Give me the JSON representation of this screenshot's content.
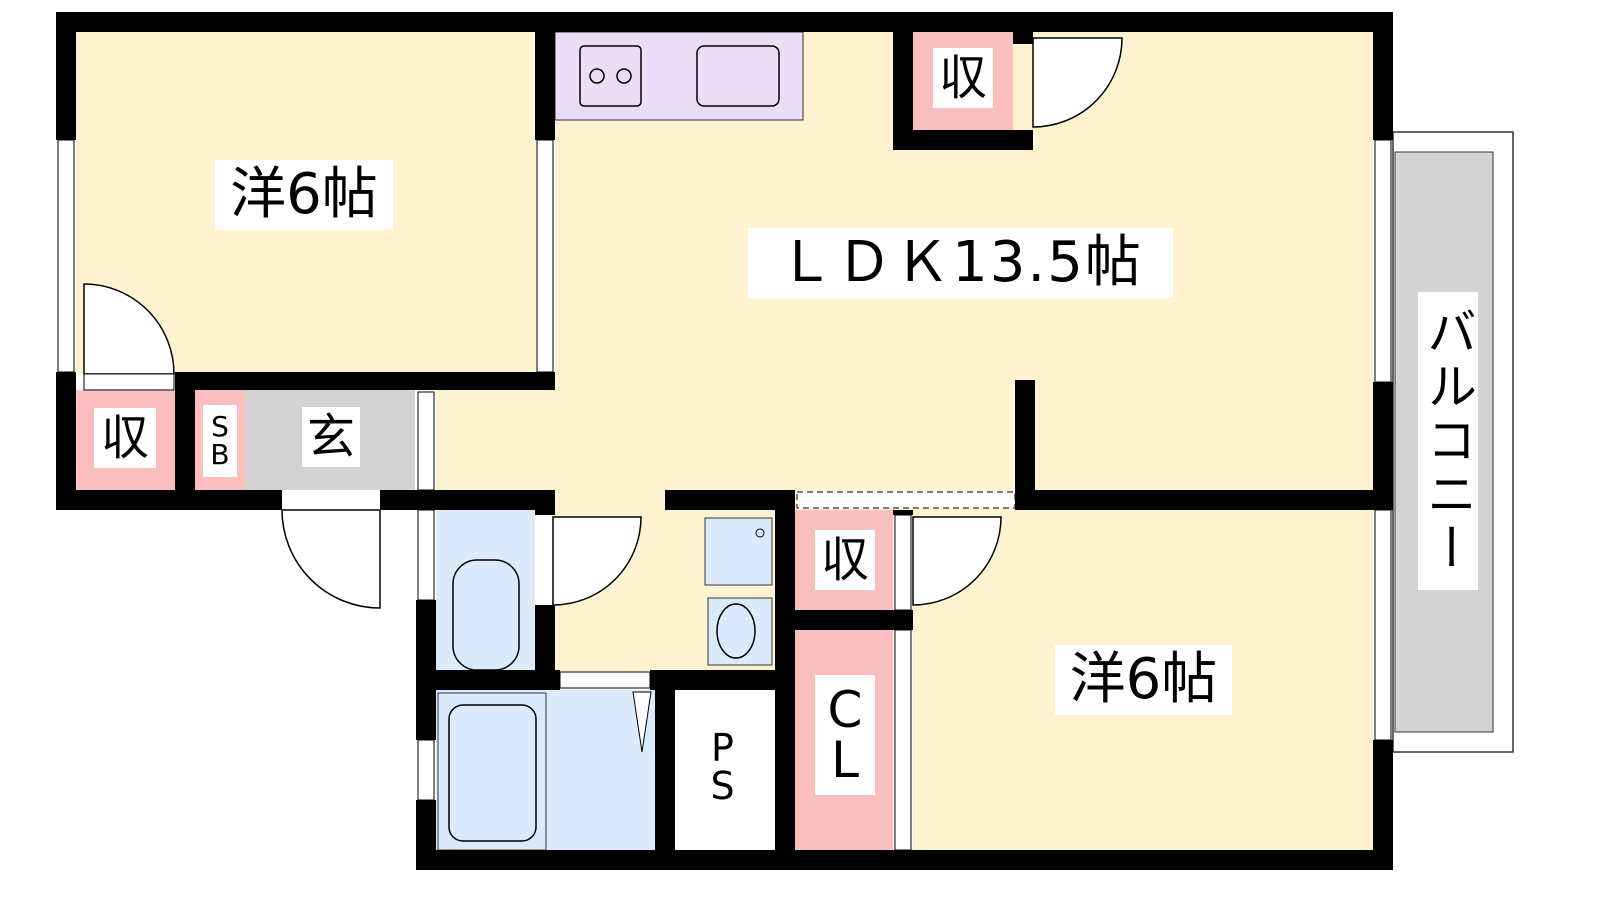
{
  "rooms": {
    "western_top": "洋6帖",
    "ldk": "ＬＤＫ13.5帖",
    "western_bottom": "洋6帖",
    "balcony": "バルコニー",
    "storage_top": "収",
    "storage_left": "収",
    "storage_mid": "収",
    "shoebox": [
      "S",
      "B"
    ],
    "entrance": "玄",
    "closet": [
      "C",
      "L"
    ],
    "pipe_space": [
      "P",
      "S"
    ]
  },
  "colors": {
    "room": "#FFF2D0",
    "storage": "#FBBFBF",
    "kitchen": "#EBDDF5",
    "wet": "#DBEBFC",
    "entrance": "#D3D3D3",
    "wall": "#000000"
  }
}
